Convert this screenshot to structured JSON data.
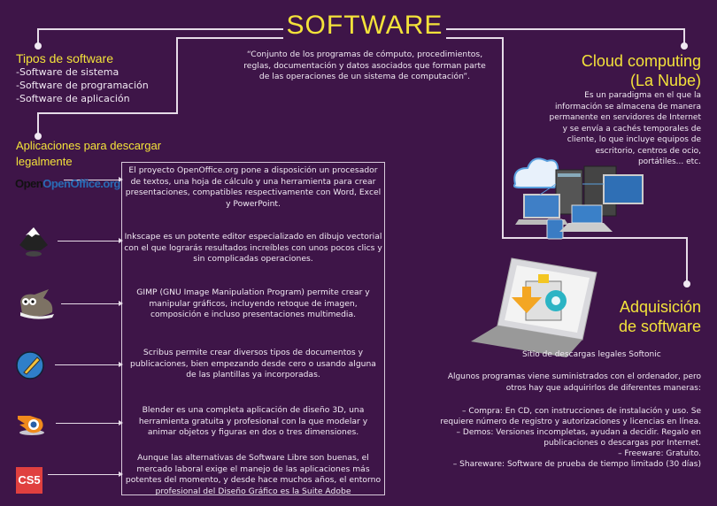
{
  "title": "SOFTWARE",
  "definition": "“Conjunto de los programas de cómputo, procedimientos, reglas, documentación y datos asociados que forman parte de las operaciones de un sistema de computación”.",
  "tipos": {
    "heading": "Tipos de software",
    "items": [
      "-Software de sistema",
      "-Software de programación",
      "-Software de aplicación"
    ]
  },
  "apps": {
    "heading_line1": "Aplicaciones para descargar",
    "heading_line2": "legalmente",
    "items": [
      {
        "icon": "openoffice-logo",
        "logo_text": "OpenOffice.org",
        "text": "El proyecto OpenOffice.org pone a disposición un procesador de textos, una hoja de cálculo y una herramienta para crear presentaciones, compatibles respectivamente con Word, Excel y PowerPoint."
      },
      {
        "icon": "inkscape-logo",
        "text": "Inkscape es un potente editor especializado en dibujo vectorial con el que lograrás resultados increíbles con unos pocos clics y sin complicadas operaciones."
      },
      {
        "icon": "gimp-logo",
        "text": "GIMP (GNU Image Manipulation Program) permite crear y manipular gráficos, incluyendo retoque de imagen, composición e incluso presentaciones multimedia."
      },
      {
        "icon": "scribus-logo",
        "text": "Scribus permite crear diversos tipos de documentos y publicaciones, bien empezando desde cero o usando alguna de las plantillas ya incorporadas."
      },
      {
        "icon": "blender-logo",
        "text": "Blender es una completa aplicación de diseño 3D, una herramienta gratuita y profesional con la que modelar y animar objetos y figuras en dos o tres dimensiones."
      },
      {
        "icon": "adobe-cs5-logo",
        "logo_text": "CS5",
        "text": "Aunque las alternativas de Software Libre son buenas, el mercado laboral exige el manejo de las aplicaciones más potentes del momento, y desde hace muchos años, el entorno profesional del Diseño Gráfico es la Suite Adobe"
      }
    ]
  },
  "cloud": {
    "heading_line1": "Cloud computing",
    "heading_line2": "(La Nube)",
    "text": "Es un paradigma en el que la información se almacena de manera permanente en servidores de Internet y se envía a cachés temporales de cliente, lo que incluye equipos de escritorio, centros de ocio,  portátiles... etc."
  },
  "adquisicion": {
    "heading_line1": "Adquisición",
    "heading_line2": "de software",
    "site": "Sitio de descargas legales Softonic",
    "intro": "Algunos programas viene suministrados con el ordenador, pero otros hay que adquirirlos de diferentes maneras:",
    "items": [
      "– Compra: En CD, con instrucciones de instalación y uso. Se requiere número de registro y autorizaciones y licencias en línea.",
      "– Demos: Versiones incompletas, ayudan a decidir. Regalo en publicaciones o descargas por Internet.",
      "– Freeware: Gratuito.",
      "– Shareware: Software de prueba de tiempo limitado (30 días)"
    ]
  },
  "colors": {
    "background": "#3e1548",
    "accent": "#f3e23a"
  }
}
